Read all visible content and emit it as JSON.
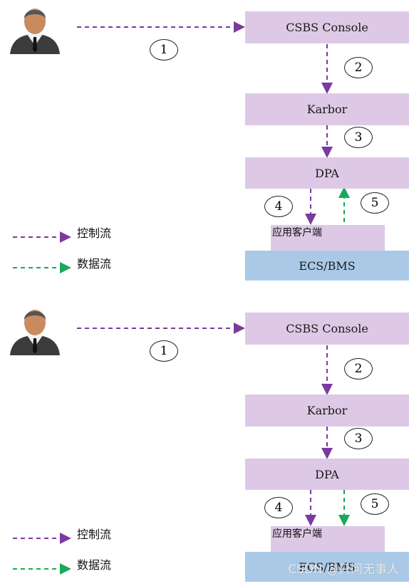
{
  "colors": {
    "box_purple": "#ddc9e6",
    "box_blue": "#a9c9e7",
    "control_flow": "#7a3aa0",
    "data_flow": "#1aa85a"
  },
  "icons": [
    "user-avatar-icon"
  ],
  "panels": [
    {
      "console": "CSBS Console",
      "karbor": "Karbor",
      "dpa": "DPA",
      "client": "应用客户端",
      "ecs": "ECS/BMS",
      "steps": [
        "1",
        "2",
        "3",
        "4",
        "5"
      ],
      "legend": {
        "control": "控制流",
        "data": "数据流"
      }
    },
    {
      "console": "CSBS Console",
      "karbor": "Karbor",
      "dpa": "DPA",
      "client": "应用客户端",
      "ecs": "ECS/BMS",
      "steps": [
        "1",
        "2",
        "3",
        "4",
        "5"
      ],
      "legend": {
        "control": "控制流",
        "data": "数据流"
      }
    }
  ],
  "watermark": "CSDN @只问无事人"
}
